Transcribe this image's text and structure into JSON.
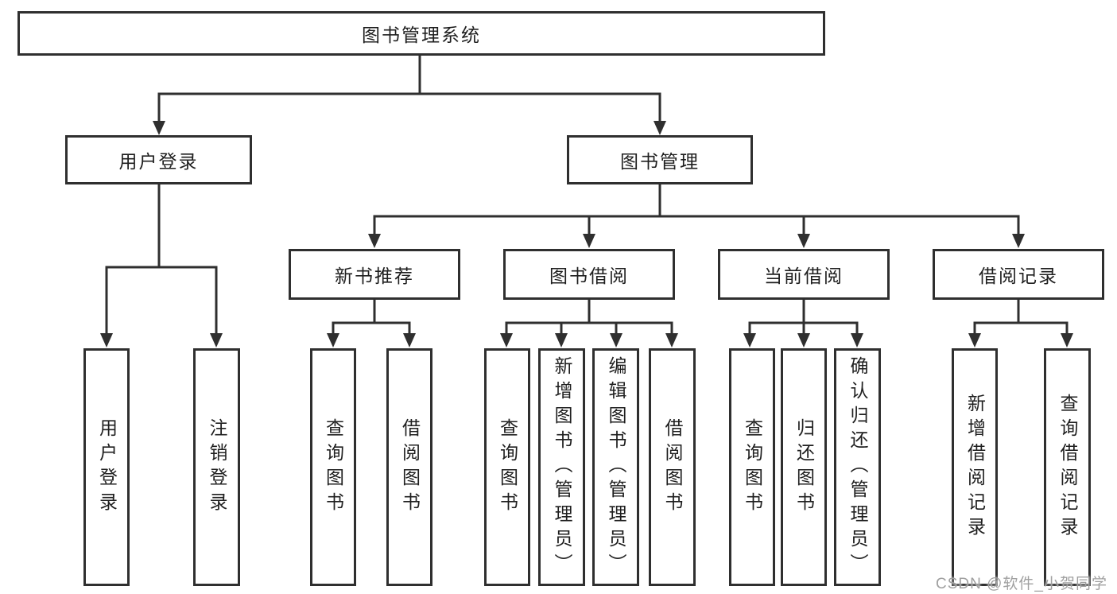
{
  "diagram": {
    "title": "图书管理系统",
    "watermark": "CSDN @软件_小贺同学",
    "colors": {
      "line": "#2f2f2f",
      "box_background": "#ffffff",
      "text": "#1f1f1f",
      "watermark": "#a0a0a0"
    },
    "nodes": {
      "root": "图书管理系统",
      "user_login": "用户登录",
      "book_management": "图书管理",
      "leaf_user_login": "用户登录",
      "leaf_logout": "注销登录",
      "new_book_recommend": "新书推荐",
      "book_borrow": "图书借阅",
      "current_borrow": "当前借阅",
      "borrow_records": "借阅记录",
      "nbr_query_book": "查询图书",
      "nbr_borrow_book": "借阅图书",
      "bb_query_book": "查询图书",
      "bb_add_book_admin": "新增图书（管理员）",
      "bb_edit_book_admin": "编辑图书（管理员）",
      "bb_borrow_book": "借阅图书",
      "cb_query_book": "查询图书",
      "cb_return_book": "归还图书",
      "cb_confirm_return_admin": "确认归还（管理员）",
      "br_add_record": "新增借阅记录",
      "br_query_record": "查询借阅记录"
    }
  }
}
